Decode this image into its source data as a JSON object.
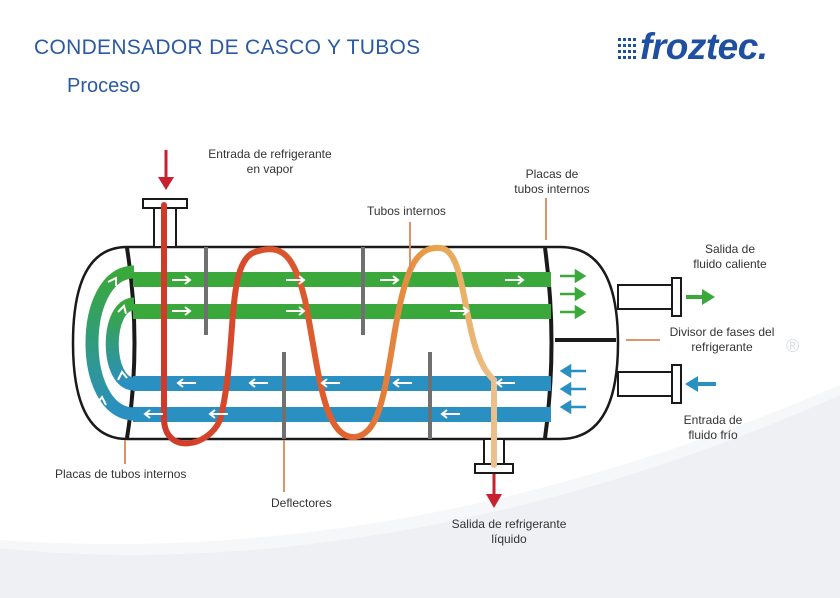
{
  "header": {
    "title": "CONDENSADOR  DE CASCO Y TUBOS",
    "subtitle": "Proceso"
  },
  "logo": {
    "text": "froztec.",
    "mark": "®"
  },
  "labels": {
    "refrigerant_inlet": {
      "line1": "Entrada de refrigerante",
      "line2": "en vapor"
    },
    "tube_plates_top": {
      "line1": "Placas de",
      "line2": "tubos internos"
    },
    "internal_tubes": "Tubos internos",
    "hot_fluid_outlet": {
      "line1": "Salida de",
      "line2": "fluido caliente"
    },
    "phase_divider": {
      "line1": "Divisor de fases del",
      "line2": "refrigerante"
    },
    "cold_fluid_inlet": {
      "line1": "Entrada de",
      "line2": "fluido frío"
    },
    "tube_plates_bottom": "Placas de tubos internos",
    "baffles": "Deflectores",
    "refrigerant_outlet": {
      "line1": "Salida de refrigerante",
      "line2": "líquido"
    }
  },
  "colors": {
    "title": "#2a5aa3",
    "logo": "#1f4fa0",
    "hot_tube": "#3aa83a",
    "cold_tube": "#2a8fc1",
    "vapor_refrigerant": "#d03a2a",
    "liquid_refrigerant": "#e8b078",
    "arrow_red": "#c8202e",
    "leader_line": "#d8885a",
    "baffle": "#707070",
    "shell_outline": "#1a1a1a"
  }
}
